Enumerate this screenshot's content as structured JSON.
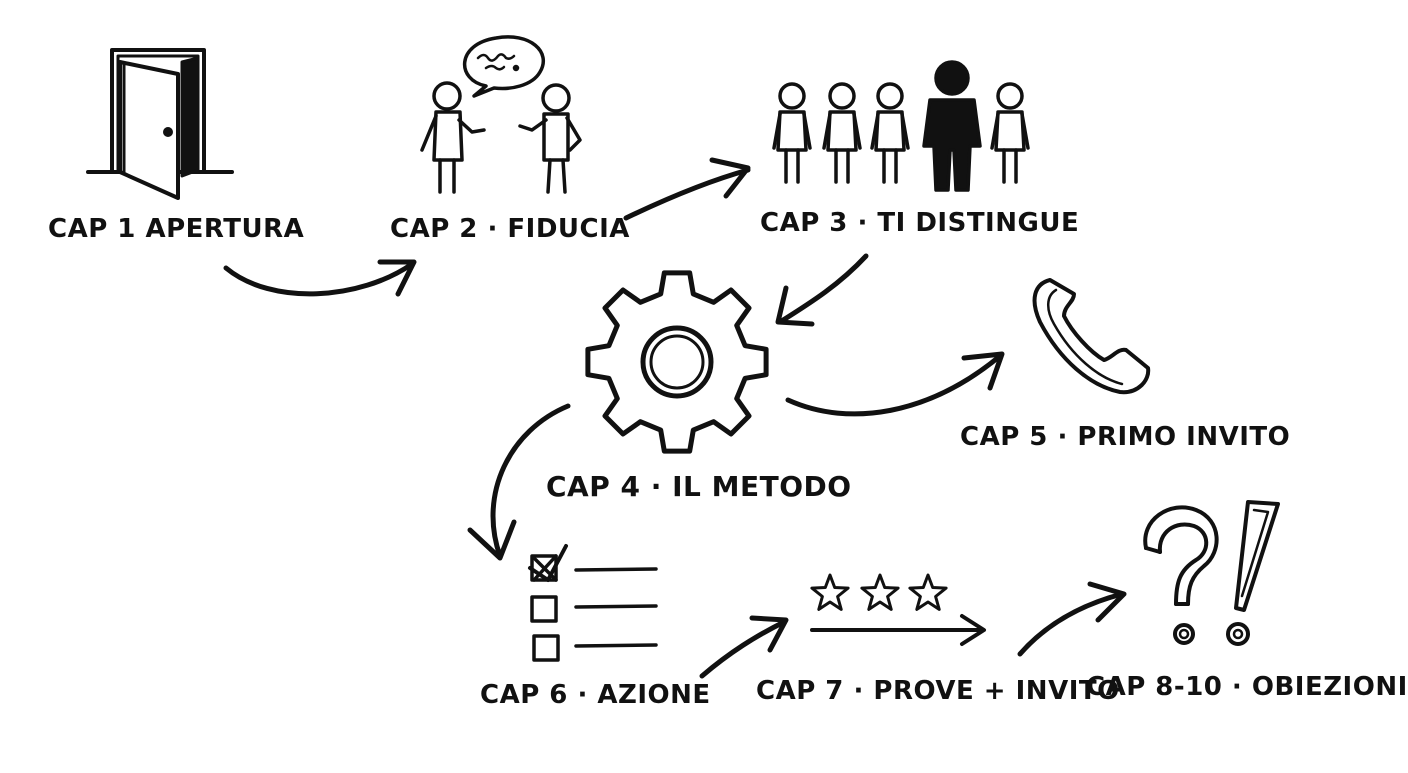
{
  "steps": {
    "cap1": "CAP 1  APERTURA",
    "cap2": "CAP 2 · FIDUCIA",
    "cap3": "CAP 3 · TI DISTINGUE",
    "cap4": "CAP 4 · IL METODO",
    "cap5": "CAP 5 · PRIMO INVITO",
    "cap6": "CAP 6 · AZIONE",
    "cap7": "CAP 7 · PROVE + INVITO",
    "cap8": "CAP 8-10 · OBIEZIONI"
  },
  "icons": {
    "cap1": "door-icon",
    "cap2": "two-people-talking-icon",
    "cap3": "standout-person-icon",
    "cap4": "gear-icon",
    "cap5": "phone-icon",
    "cap6": "checklist-icon",
    "cap7": "three-stars-arrow-icon",
    "cap8": "question-exclamation-icon"
  },
  "colors": {
    "ink": "#111111",
    "background": "#ffffff"
  }
}
